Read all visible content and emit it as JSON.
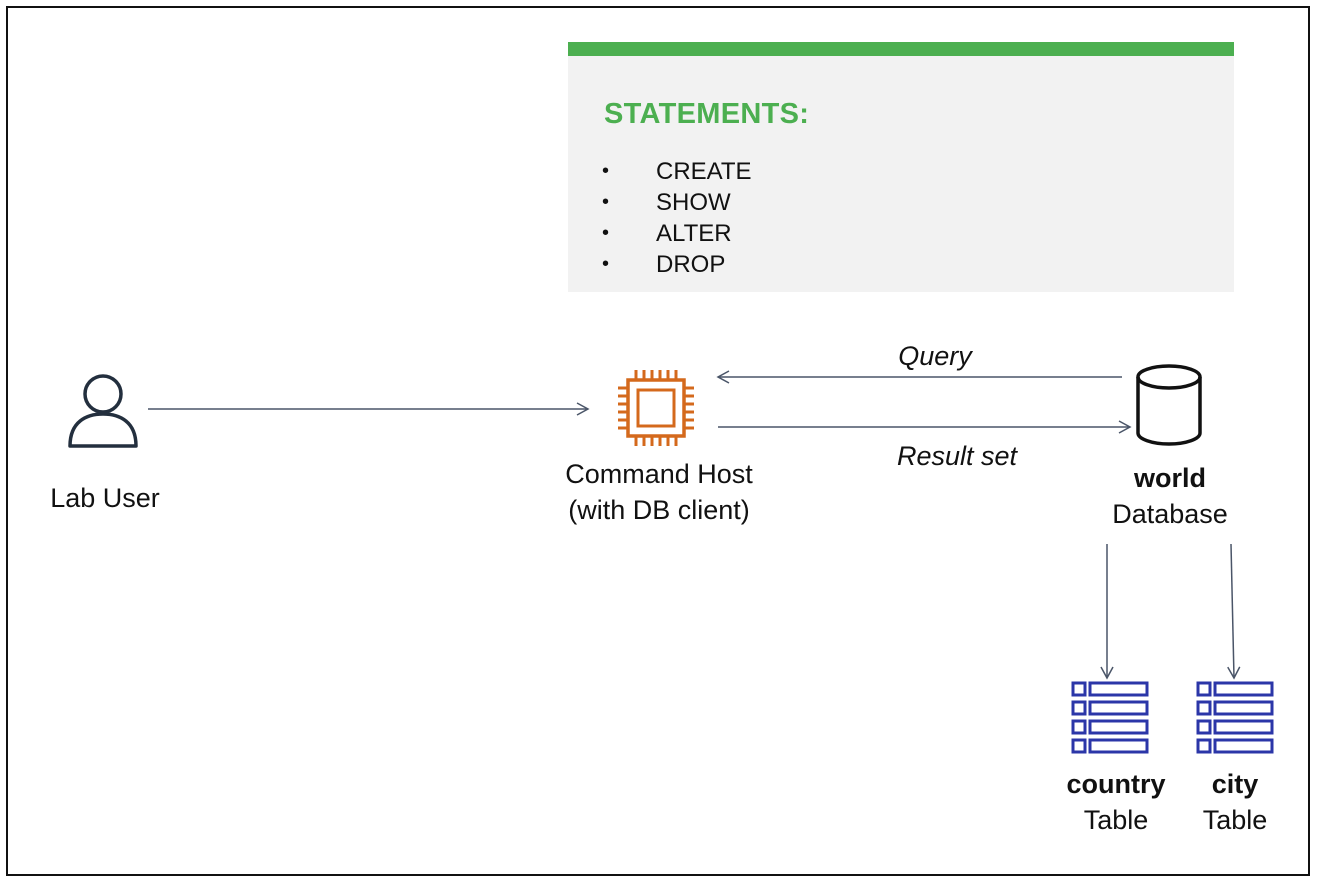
{
  "statements_panel": {
    "title": "STATEMENTS:",
    "items": [
      "CREATE",
      "SHOW",
      "ALTER",
      "DROP"
    ]
  },
  "nodes": {
    "lab_user": {
      "label": "Lab User"
    },
    "command_host": {
      "line1": "Command Host",
      "line2": "(with DB client)"
    },
    "world_db": {
      "name": "world",
      "type": "Database"
    },
    "country_table": {
      "name": "country",
      "type": "Table"
    },
    "city_table": {
      "name": "city",
      "type": "Table"
    }
  },
  "edges": {
    "query": "Query",
    "result_set": "Result set"
  },
  "colors": {
    "panel_accent": "#4caf50",
    "panel_bg": "#f2f2f2",
    "arrow": "#4a5568",
    "chip": "#d4691c",
    "table_icon": "#2b36a8",
    "icon_stroke": "#232f3e"
  },
  "icons": {
    "user": "user-icon",
    "host": "chip-icon",
    "database": "database-cylinder-icon",
    "table": "table-icon"
  }
}
